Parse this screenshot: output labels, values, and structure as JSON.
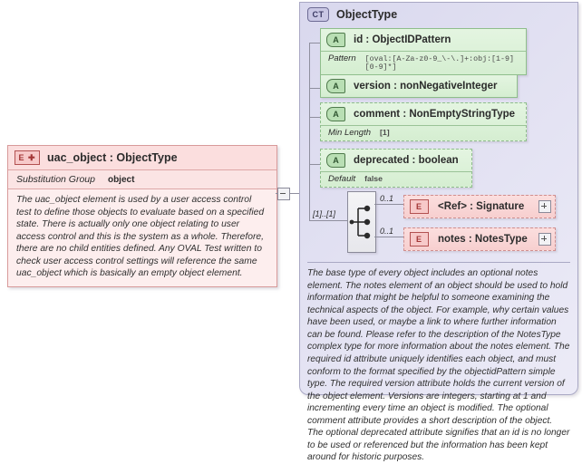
{
  "element": {
    "icon": "element-plus-icon",
    "icon_label": "E",
    "title": "uac_object : ObjectType",
    "substitution_group_label": "Substitution Group",
    "substitution_group_value": "object",
    "documentation": "The uac_object element is used by a user access control test to define those objects to evaluate based on a specified state. There is actually only one object relating to user access control and this is the system as a whole. Therefore, there are no child entities defined. Any OVAL Test written to check user access control settings will reference the same uac_object which is basically an empty object element."
  },
  "complex_type": {
    "icon_label": "CT",
    "title": "ObjectType",
    "attributes": [
      {
        "icon_label": "A",
        "name": "id",
        "type": "ObjectIDPattern",
        "display": "id            : ObjectIDPattern",
        "required": true,
        "facet_label": "Pattern",
        "facet_value": "[oval:[A-Za-z0-9_\\-\\.]+:obj:[1-9][0-9]*]"
      },
      {
        "icon_label": "A",
        "name": "version",
        "type": "nonNegativeInteger",
        "display": "version   : nonNegativeInteger",
        "required": true,
        "facet_label": "",
        "facet_value": ""
      },
      {
        "icon_label": "A",
        "name": "comment",
        "type": "NonEmptyStringType",
        "display": "comment : NonEmptyStringType",
        "required": false,
        "facet_label": "Min Length",
        "facet_value": "[1]"
      },
      {
        "icon_label": "A",
        "name": "deprecated",
        "type": "boolean",
        "display": "deprecated : boolean",
        "required": false,
        "facet_label": "Default",
        "facet_value": "false"
      }
    ],
    "compositor": {
      "kind": "sequence",
      "cardinality": "[1]..[1]"
    },
    "child_elements": [
      {
        "icon_label": "E",
        "name": "<Ref>",
        "type": "Signature",
        "display": "<Ref>        : Signature",
        "occurs": "0..1",
        "expandable": true
      },
      {
        "icon_label": "E",
        "name": "notes",
        "type": "NotesType",
        "display": "notes        : NotesType",
        "occurs": "0..1",
        "expandable": true
      }
    ],
    "documentation": "The base type of every object includes an optional notes element. The notes element of an object should be used to hold information that might be helpful to someone examining the technical aspects of the object. For example, why certain values have been used, or maybe a link to where further information can be found. Please refer to the description of the NotesType complex type for more information about the notes element. The required id attribute uniquely identifies each object, and must conform to the format specified by the objectidPattern simple type. The required version attribute holds the current version of the object element. Versions are integers, starting at 1 and incrementing every time an object is modified. The optional comment attribute provides a short description of the object. The optional deprecated attribute signifies that an id is no longer to be used or referenced but the information has been kept around for historic purposes."
  },
  "connector": {
    "toggle": "collapse-minus"
  }
}
